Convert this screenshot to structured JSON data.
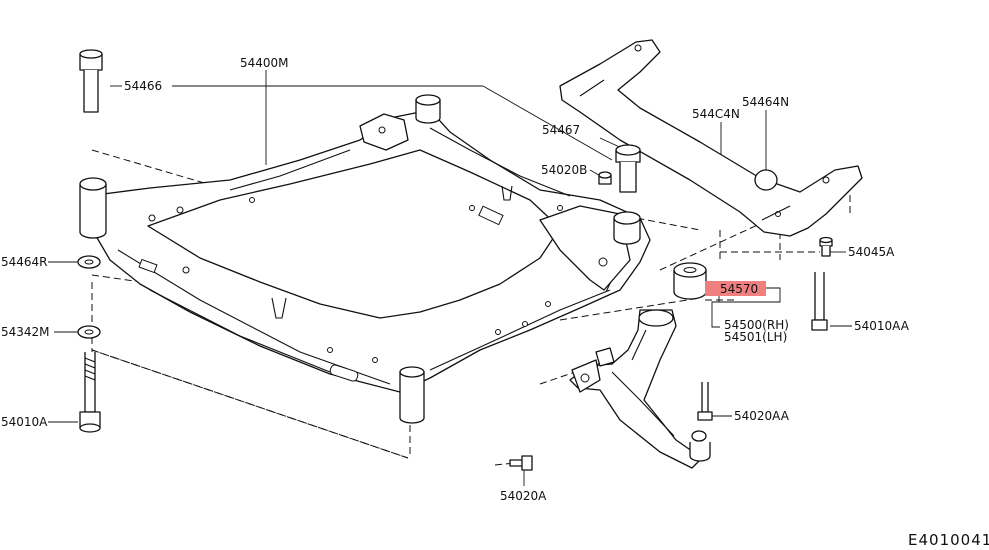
{
  "diagram": {
    "id_code": "E4010041",
    "labels": {
      "p54400M": "54400M",
      "p54466": "54466",
      "p54467": "54467",
      "p54020B": "54020B",
      "p544C4N": "544C4N",
      "p54464N": "54464N",
      "p54045A": "54045A",
      "p54464R": "54464R",
      "p54570": "54570",
      "p54342M": "54342M",
      "p54500": "54500(RH)",
      "p54501": "54501(LH)",
      "p54010AA": "54010AA",
      "p54020AA": "54020AA",
      "p54010A": "54010A",
      "p54020A": "54020A"
    },
    "highlight_color": "#f08080"
  }
}
